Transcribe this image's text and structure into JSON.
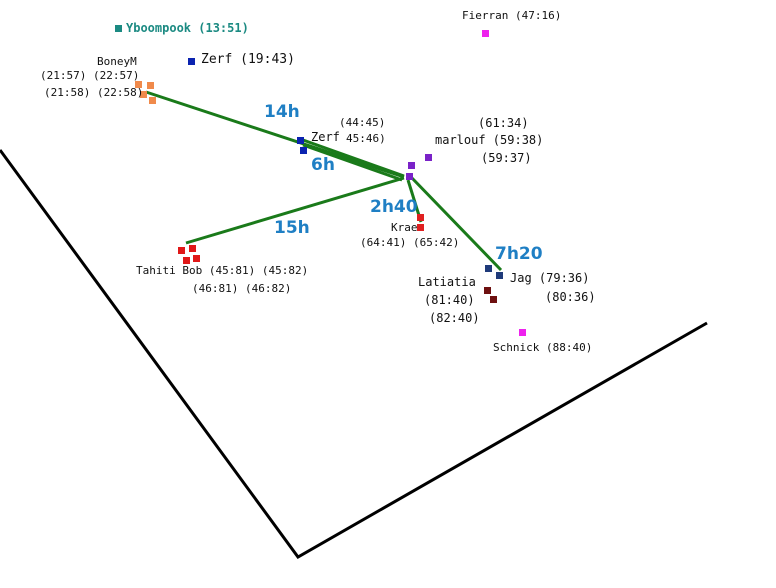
{
  "colors": {
    "route": "#1a7a1a",
    "border": "#000000",
    "duration": "#1f7fc4",
    "boneym": "#f08a4b",
    "zerf": "#0b23b0",
    "marlouf": "#7a22c8",
    "krae": "#e02020",
    "tahiti": "#e01818",
    "jag": "#1f3a7a",
    "latiatia": "#6e1010",
    "pink": "#ee22ee",
    "teal": "#1b8a82"
  },
  "players": {
    "yboompook": "Yboompook (13:51)",
    "fierran": "Fierran (47:16)",
    "zerf_north": "Zerf (19:43)",
    "boneym_name": "BoneyM",
    "boneym_coords_1": "(21:57) (22:57)",
    "boneym_coords_2": "(21:58) (22:58)",
    "zerf_name": "Zerf",
    "zerf_coords_1": "(44:45)",
    "zerf_coords_2": "45:46)",
    "marlouf_coords_1": "(61:34)",
    "marlouf_label": "marlouf (59:38)",
    "marlouf_coords_3": "(59:37)",
    "krae_name": "Krae",
    "krae_coords": "(64:41) (65:42)",
    "tahiti_label": "Tahiti Bob (45:81) (45:82)",
    "tahiti_coords_2": "(46:81) (46:82)",
    "latiatia_name": "Latiatia",
    "latiatia_coords_1": "(81:40)",
    "latiatia_coords_2": "(82:40)",
    "jag_label": "Jag (79:36)",
    "jag_coords_2": "(80:36)",
    "schnick": "Schnick (88:40)"
  },
  "durations": {
    "boneym_route": "14h",
    "zerf_route": "6h",
    "tahiti_route": "15h",
    "krae_route": "2h40",
    "jag_route": "7h20"
  }
}
